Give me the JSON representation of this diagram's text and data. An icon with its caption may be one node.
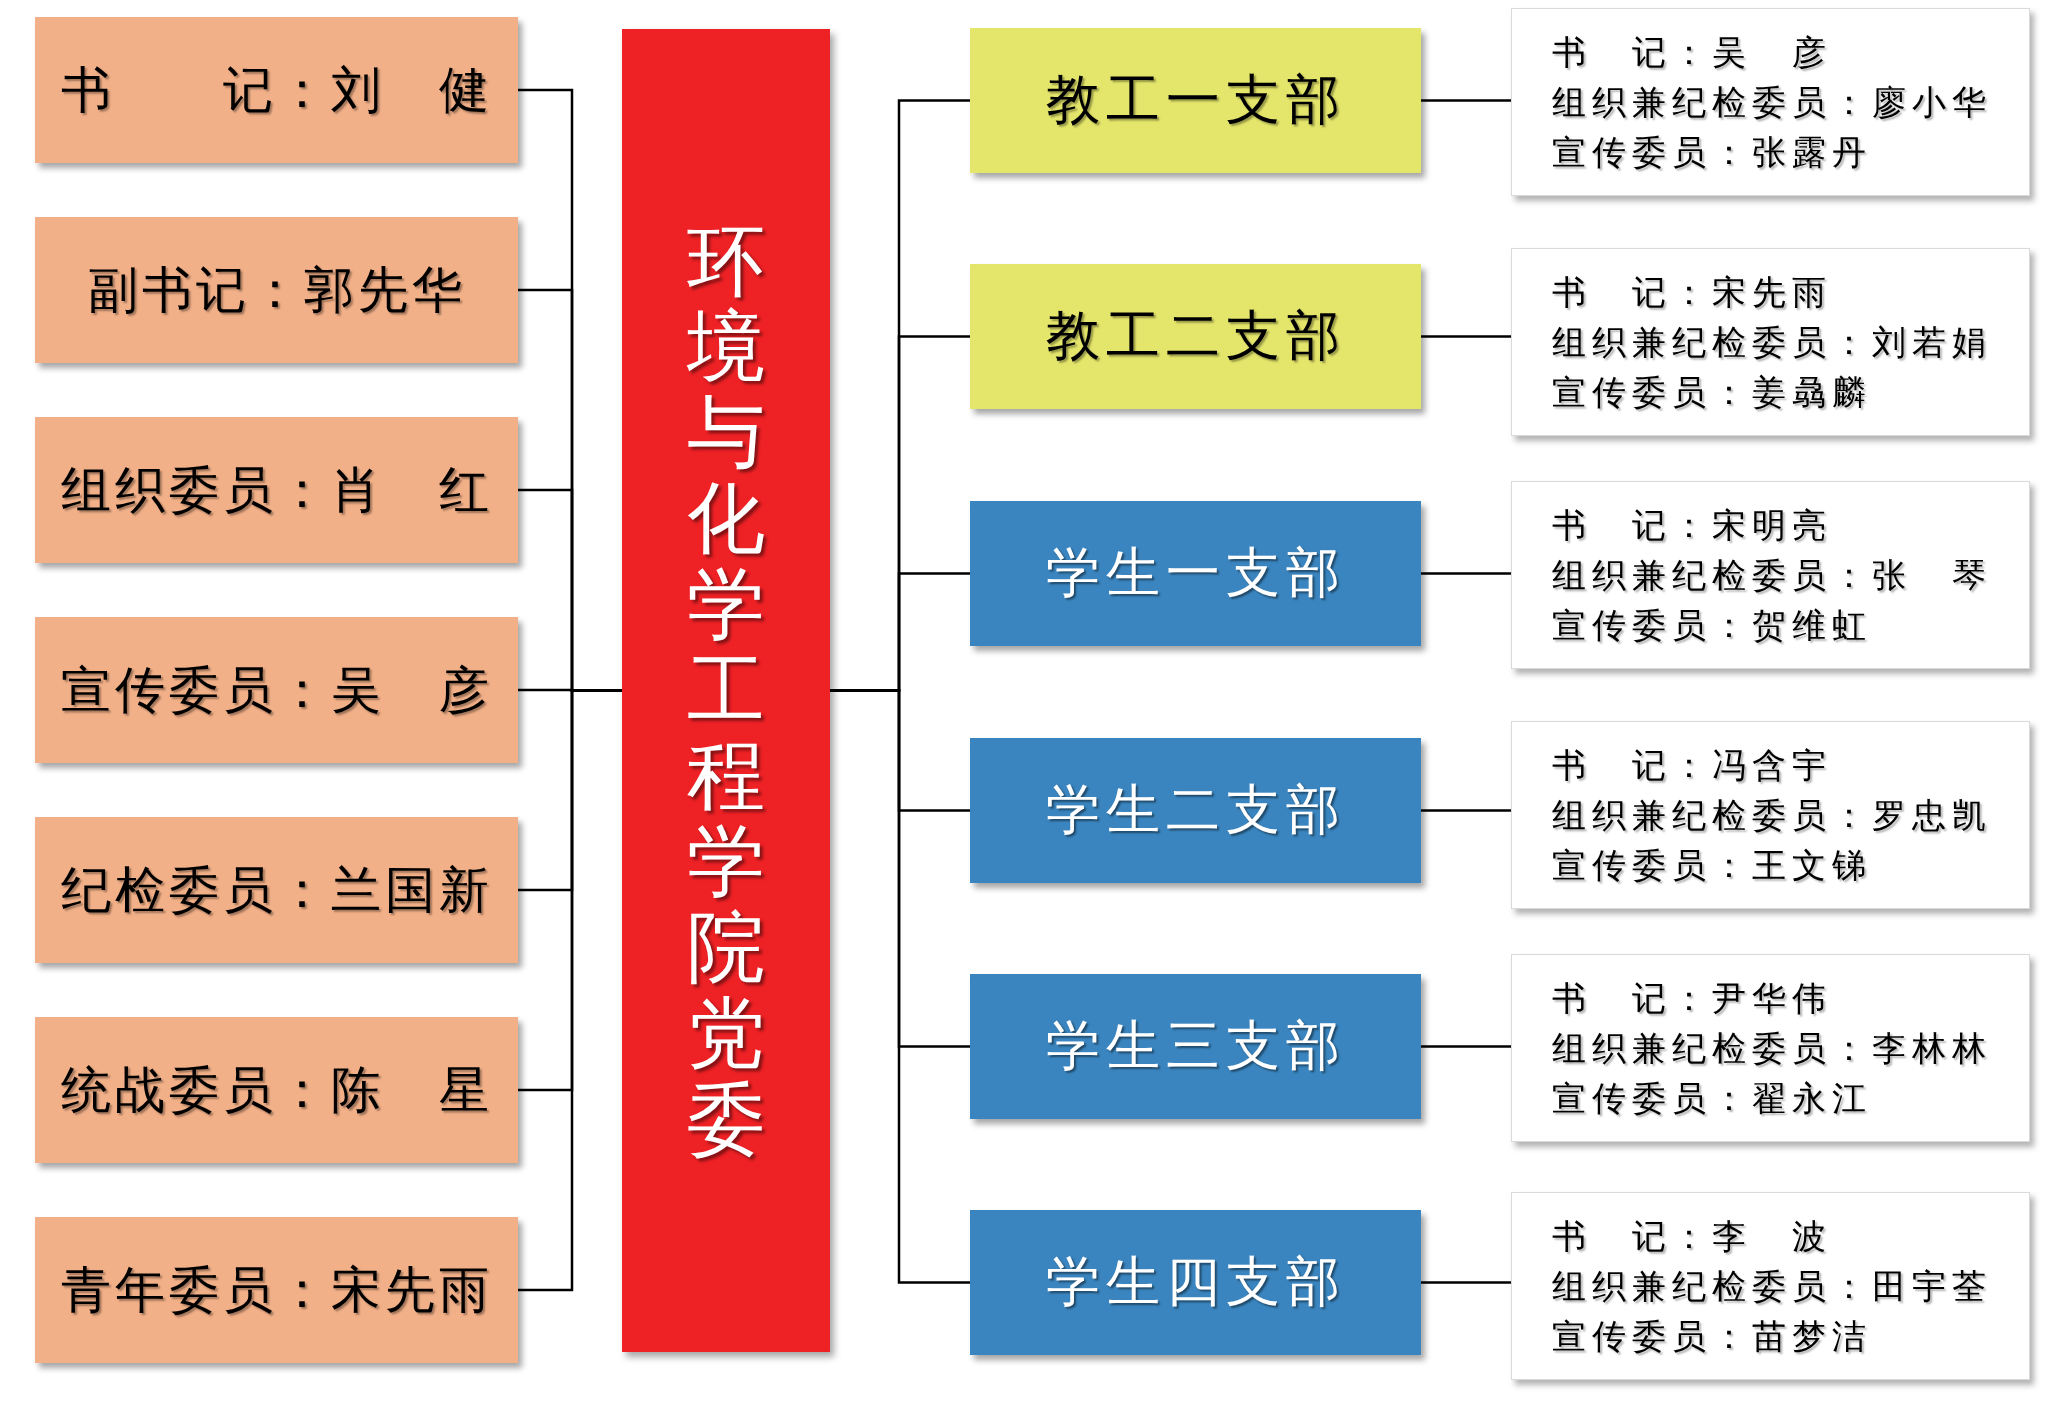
{
  "diagram": {
    "nodes": [
      {
        "text": [
          "书　　记：刘　健"
        ]
      },
      {
        "text": [
          "副书记：郭先华"
        ]
      },
      {
        "text": [
          "组织委员：肖　红"
        ]
      },
      {
        "text": [
          "宣传委员：吴　彦"
        ]
      },
      {
        "text": [
          "纪检委员：兰国新"
        ]
      },
      {
        "text": [
          "统战委员：陈　星"
        ]
      },
      {
        "text": [
          "青年委员：宋先雨"
        ]
      },
      {
        "text": [
          "环境与化学工程学院党委"
        ]
      },
      {
        "text": [
          "教工一支部"
        ]
      },
      {
        "text": [
          "教工二支部"
        ]
      },
      {
        "text": [
          "学生一支部"
        ]
      },
      {
        "text": [
          "学生二支部"
        ]
      },
      {
        "text": [
          "学生三支部"
        ]
      },
      {
        "text": [
          "学生四支部"
        ]
      },
      {
        "text": [
          "书　记：吴　彦",
          "组织兼纪检委员：廖小华",
          "宣传委员：张露丹"
        ]
      },
      {
        "text": [
          "书　记：宋先雨",
          "组织兼纪检委员：刘若娟",
          "宣传委员：姜骉麟"
        ]
      },
      {
        "text": [
          "书　记：宋明亮",
          "组织兼纪检委员：张　琴",
          "宣传委员：贺维虹"
        ]
      },
      {
        "text": [
          "书　记：冯含宇",
          "组织兼纪检委员：罗忠凯",
          "宣传委员：王文锑"
        ]
      },
      {
        "text": [
          "书　记：尹华伟",
          "组织兼纪检委员：李林林",
          "宣传委员：翟永江"
        ]
      },
      {
        "text": [
          "书　记：李　波",
          "组织兼纪检委员：田宇荃",
          "宣传委员：苗梦洁"
        ]
      }
    ],
    "edges": [
      {
        "from": 7,
        "to": 0,
        "arrow": "none"
      },
      {
        "from": 7,
        "to": 1,
        "arrow": "none"
      },
      {
        "from": 7,
        "to": 2,
        "arrow": "none"
      },
      {
        "from": 7,
        "to": 3,
        "arrow": "none"
      },
      {
        "from": 7,
        "to": 4,
        "arrow": "none"
      },
      {
        "from": 7,
        "to": 5,
        "arrow": "none"
      },
      {
        "from": 7,
        "to": 6,
        "arrow": "none"
      },
      {
        "from": 7,
        "to": 8,
        "arrow": "none"
      },
      {
        "from": 7,
        "to": 9,
        "arrow": "none"
      },
      {
        "from": 7,
        "to": 10,
        "arrow": "none"
      },
      {
        "from": 7,
        "to": 11,
        "arrow": "none"
      },
      {
        "from": 7,
        "to": 12,
        "arrow": "none"
      },
      {
        "from": 7,
        "to": 13,
        "arrow": "none"
      },
      {
        "from": 8,
        "to": 14,
        "arrow": "none"
      },
      {
        "from": 9,
        "to": 15,
        "arrow": "none"
      },
      {
        "from": 10,
        "to": 16,
        "arrow": "none"
      },
      {
        "from": 11,
        "to": 17,
        "arrow": "none"
      },
      {
        "from": 12,
        "to": 18,
        "arrow": "none"
      },
      {
        "from": 13,
        "to": 19,
        "arrow": "none"
      }
    ]
  }
}
